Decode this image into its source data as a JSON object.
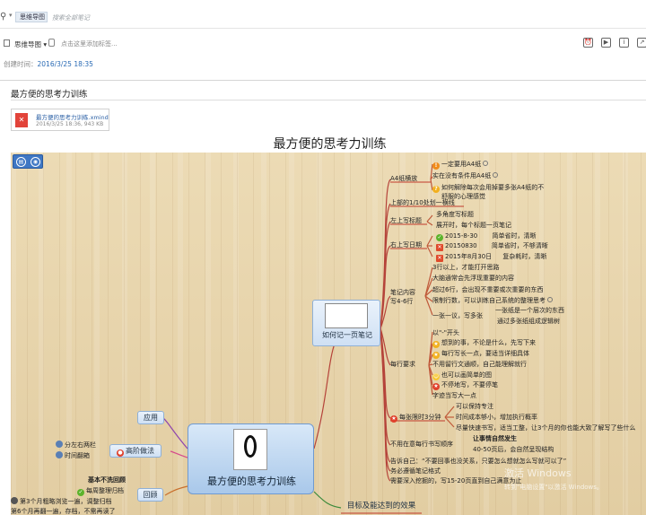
{
  "toolbar": {
    "notebook_chip": "思维导图",
    "search_placeholder": "搜索全部笔记"
  },
  "note_header": {
    "notebook_name": "思维导图",
    "notebook_dropdown": "▾",
    "tag_placeholder": "点击这里添加标签...",
    "created_label": "创建时间：",
    "created_value": "2016/3/25 18:35"
  },
  "note": {
    "title": "最方便的思考力训练",
    "attachment": {
      "name": "最方便的思考力训练.xmind",
      "meta": "2016/3/25 18:36, 943 KB"
    }
  },
  "mindmap": {
    "title": "最方便的思考力训练",
    "center": "最方便的思考力训练",
    "left_branches": {
      "apply": "应用",
      "advanced": "高阶做法",
      "adv1": "分左右两栏",
      "adv2": "时间翻箱",
      "review": "回顾",
      "rev_head": "基本不洗回顾",
      "rev1": "每周整理归档",
      "rev2": "第3个月粗略浏览一遍，调整归档",
      "rev3": "第6个月再翻一遍，存档，不需再读了"
    },
    "right_main": "如何记一页笔记",
    "goal": "目标及能达到的效果",
    "a4": {
      "label": "A4纸横放",
      "c1": "一定要用A4纸",
      "c2": "实在没有条件用A4纸",
      "c3": "如何解除每次会用掉要多张A4纸的不舒服的心理感觉"
    },
    "r_line": "上部的1/10处划一横线",
    "title_branch": {
      "label": "左上写标题",
      "c1": "多角度写标题",
      "c2": "展开时，每个标题一页笔记"
    },
    "date_branch": {
      "label": "右上写日期",
      "d1": "2015-8-30",
      "d1n": "简单省时，清晰",
      "d2": "20150830",
      "d2n": "简单省时，不够清晰",
      "d3": "2015年8月30日",
      "d3n": "复杂耗时，清晰"
    },
    "content": {
      "label": "笔记内容写4-6行",
      "c1": "3行以上，才能打开思路",
      "c2": "大脑通常会先浮现重要的内容",
      "c3": "超过6行，会出现不重要或次重要的东西",
      "c4": "限制行数，可以训练自己系统的整理思考",
      "c5": "一张纸是一个层次的东西",
      "c6": "一张一议，写多张",
      "c7": "通过多张纸组成逻辑树"
    },
    "line_req": {
      "label": "每行要求",
      "c0": "以\"-\"开头",
      "c1": "想到的事，不论是什么，先写下来",
      "c2": "每行写长一点，要适当详细具体",
      "c3": "不用留行文通顺，自己能理解就行",
      "c4": "也可以画简单的图",
      "c5": "不停地写，不要停笔",
      "c6": "字迹当写大一点"
    },
    "timing": {
      "label": "每张限时3分钟",
      "c1": "可以保持专注",
      "c2": "时间成本够小，增加执行概率",
      "c3": "尽量快速书写，适当工整，让3个月的你也能大致了解写了些什么"
    },
    "order": "不用在意每行书写顺序",
    "order_note": "让事情自然发生",
    "speed": "40-50页后，会自然呈现结构",
    "tell": "告诉自己：“不要回事也没关系，只要怎么想就怎么写就可以了”",
    "habit": "务必遵循笔记格式",
    "practice": "需要深入挖掘的，写15-20页直到自己满意为止"
  },
  "watermark": {
    "line1": "激活 Windows",
    "line2": "转到\"电脑设置\"以激活 Windows。"
  }
}
